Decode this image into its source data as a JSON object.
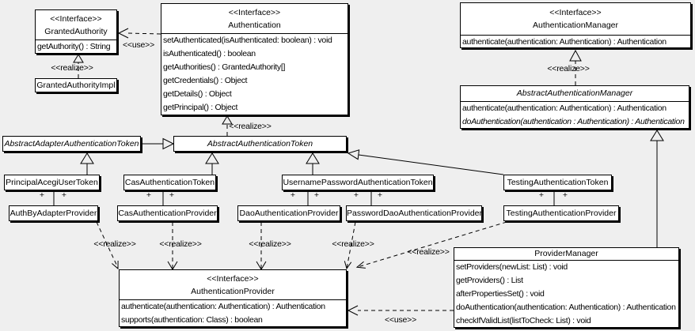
{
  "labels": {
    "realize": "<<realize>>",
    "use": "<<use>>",
    "plus": "+"
  },
  "colors": {
    "background": "#efefef",
    "box_fill": "#ffffff",
    "line": "#000000"
  },
  "classes": {
    "granted_authority": {
      "stereotype": "<<Interface>>",
      "name": "GrantedAuthority",
      "methods": [
        "getAuthority() : String"
      ]
    },
    "granted_authority_impl": {
      "name": "GrantedAuthorityImpl"
    },
    "authentication": {
      "stereotype": "<<Interface>>",
      "name": "Authentication",
      "methods": [
        "setAuthenticated(isAuthenticated: boolean) : void",
        "isAuthenticated() : boolean",
        "getAuthorities() : GrantedAuthority[]",
        "getCredentials() : Object",
        "getDetails() : Object",
        "getPrincipal() : Object"
      ]
    },
    "authentication_manager": {
      "stereotype": "<<Interface>>",
      "name": "AuthenticationManager",
      "methods": [
        "authenticate(authentication: Authentication) : Authentication"
      ]
    },
    "abstract_authentication_manager": {
      "name": "AbstractAuthenticationManager",
      "methods": [
        "authenticate(authentication: Authentication) : Authentication",
        "doAuthentication(authentication : Authentication) : Authentication"
      ]
    },
    "abstract_adapter_authentication_token": {
      "name": "AbstractAdapterAuthenticationToken"
    },
    "abstract_authentication_token": {
      "name": "AbstractAuthenticationToken"
    },
    "principal_acegi_user_token": {
      "name": "PrincipalAcegiUserToken"
    },
    "cas_authentication_token": {
      "name": "CasAuthenticationToken"
    },
    "username_password_authentication_token": {
      "name": "UsernamePasswordAuthenticationToken"
    },
    "testing_authentication_token": {
      "name": "TestingAuthenticationToken"
    },
    "auth_by_adapter_provider": {
      "name": "AuthByAdapterProvider"
    },
    "cas_authentication_provider": {
      "name": "CasAuthenticationProvider"
    },
    "dao_authentication_provider": {
      "name": "DaoAuthenticationProvider"
    },
    "password_dao_authentication_provider": {
      "name": "PasswordDaoAuthenticationProvider"
    },
    "testing_authentication_provider": {
      "name": "TestingAuthenticationProvider"
    },
    "authentication_provider": {
      "stereotype": "<<Interface>>",
      "name": "AuthenticationProvider",
      "methods": [
        "authenticate(authentication: Authentication) : Authentication",
        "supports(authentication: Class) : boolean"
      ]
    },
    "provider_manager": {
      "name": "ProviderManager",
      "methods": [
        "setProviders(newList: List) : void",
        "getProviders() : List",
        "afterPropertiesSet() : void",
        "doAuthentication(authentication: Authentication) : Authentication",
        "checkIfValidList(listToCheck: List) : void"
      ]
    }
  }
}
